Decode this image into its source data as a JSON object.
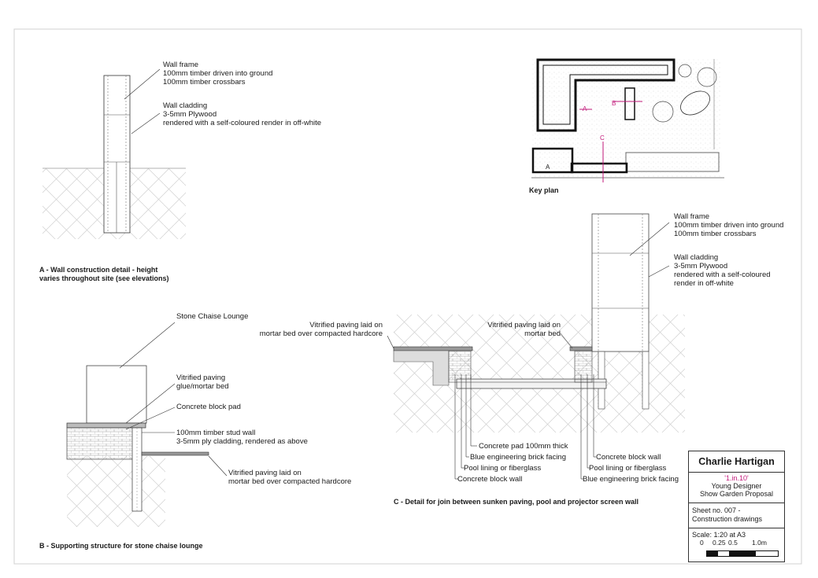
{
  "detail_a": {
    "frame_label": [
      "Wall frame",
      "100mm timber driven into ground",
      "100mm timber crossbars"
    ],
    "cladding_label": [
      "Wall cladding",
      "3-5mm Plywood",
      "rendered with a self-coloured render in off-white"
    ],
    "caption": [
      "A - Wall construction detail - height",
      "varies throughout site (see elevations)"
    ]
  },
  "key_plan": {
    "title": "Key plan",
    "section_markers": [
      "A",
      "B",
      "C",
      "A"
    ]
  },
  "detail_b": {
    "lounge_label": "Stone Chaise Lounge",
    "paving_label": [
      "Vitrified paving",
      "glue/mortar bed"
    ],
    "pad_label": "Concrete block pad",
    "stud_label": [
      "100mm timber stud wall",
      "3-5mm ply cladding, rendered as above"
    ],
    "paving2_label": [
      "Vitrified paving laid on",
      "mortar bed over compacted hardcore"
    ],
    "caption": "B - Supporting structure for stone chaise lounge"
  },
  "detail_c": {
    "frame_label": [
      "Wall frame",
      "100mm timber driven into ground",
      "100mm timber crossbars"
    ],
    "cladding_label": [
      "Wall cladding",
      "3-5mm Plywood",
      "rendered with a self-coloured",
      "render in off-white"
    ],
    "paving_left": [
      "Vitrified paving laid on",
      "mortar bed over compacted hardcore"
    ],
    "paving_right": [
      "Vitrified paving laid on",
      "mortar bed"
    ],
    "pad": "Concrete pad 100mm thick",
    "blue_brick_left": "Blue engineering brick facing",
    "lining_left": "Pool lining or fiberglass",
    "block_left": "Concrete block wall",
    "block_right": "Concrete block wall",
    "lining_right": "Pool lining or fiberglass",
    "blue_brick_right": "Blue engineering brick facing",
    "caption": "C - Detail for join between sunken paving, pool and projector screen wall"
  },
  "title_block": {
    "designer": "Charlie Hartigan",
    "code": "'1.in.10'",
    "project_line1": "Young Designer",
    "project_line2": "Show Garden Proposal",
    "sheet_line1": "Sheet no. 007 -",
    "sheet_line2": "Construction drawings",
    "scale": "Scale: 1:20 at A3",
    "scale_ticks": [
      "0",
      "0.25",
      "0.5",
      "1.0m"
    ]
  },
  "colors": {
    "line": "#1a1a1a",
    "hatch": "#c9c9c9",
    "section_marker": "#c2187a"
  }
}
